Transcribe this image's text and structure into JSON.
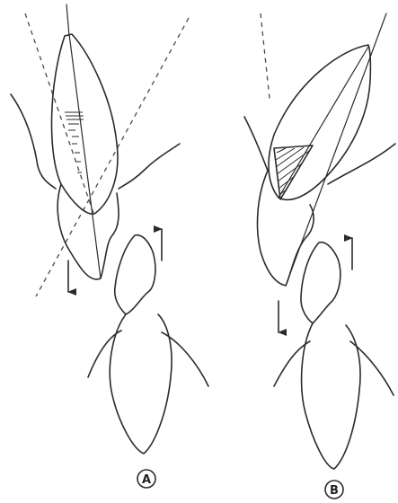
{
  "figure": {
    "panels": [
      {
        "id": "A",
        "label": "A"
      },
      {
        "id": "B",
        "label": "B"
      }
    ],
    "colors": {
      "line": "#2b2b2b",
      "background": "#ffffff"
    }
  }
}
